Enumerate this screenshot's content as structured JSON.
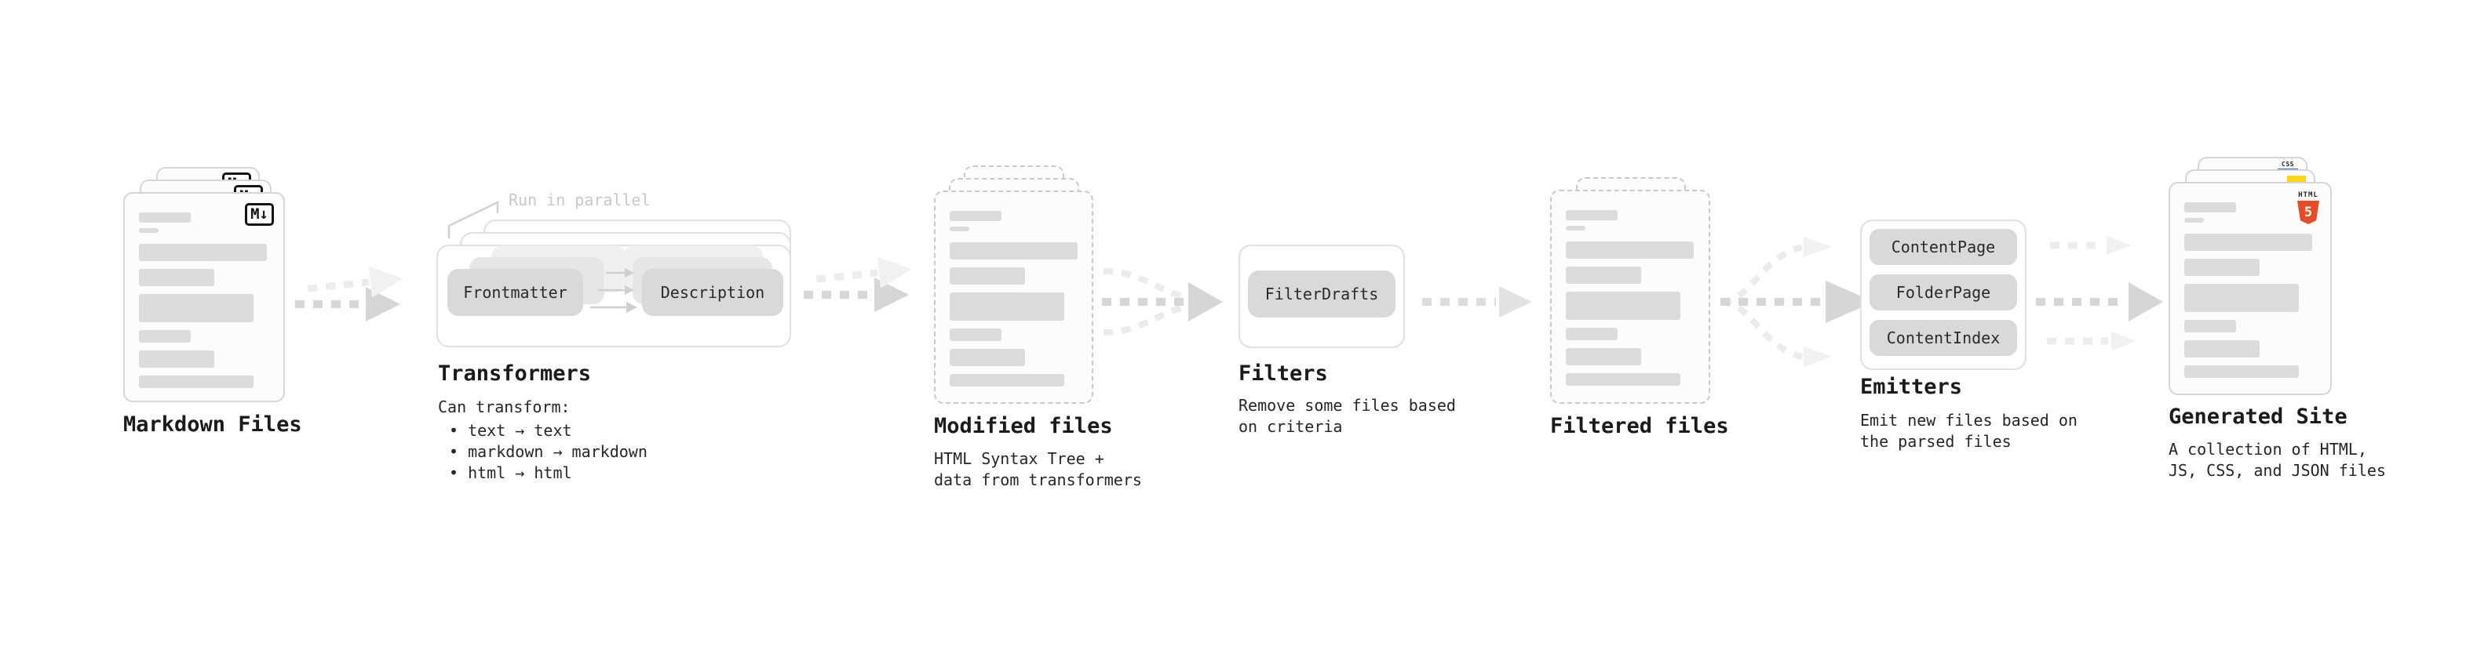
{
  "pipeline": {
    "markdown_files": {
      "label": "Markdown Files",
      "badge": "M↓"
    },
    "transformers": {
      "annotation": "Run in parallel",
      "nodes": [
        "Frontmatter",
        "Description"
      ],
      "label": "Transformers",
      "caption_title": "Can transform:",
      "bullets": [
        "• text → text",
        "• markdown → markdown",
        "• html → html"
      ]
    },
    "modified_files": {
      "label": "Modified files",
      "description_lines": [
        "HTML Syntax Tree +",
        "data from transformers"
      ]
    },
    "filters": {
      "node": "FilterDrafts",
      "label": "Filters",
      "description_lines": [
        "Remove some files based",
        "on criteria"
      ]
    },
    "filtered_files": {
      "label": "Filtered files"
    },
    "emitters": {
      "nodes": [
        "ContentPage",
        "FolderPage",
        "ContentIndex"
      ],
      "label": "Emitters",
      "description_lines": [
        "Emit new files based on",
        "the parsed files"
      ]
    },
    "generated_site": {
      "label": "Generated Site",
      "description_lines": [
        "A collection of HTML,",
        "JS, CSS, and JSON files"
      ],
      "badges": {
        "css_label": "CSS",
        "html_label": "HTML",
        "html_number": "5"
      }
    }
  },
  "colors": {
    "css_badge_blue": "#2e63e9",
    "js_badge_yellow": "#fdd717",
    "html_badge_orange": "#e44d26",
    "node_fill": "#d9d9d9",
    "arrow_gray": "#d6d6d6"
  }
}
